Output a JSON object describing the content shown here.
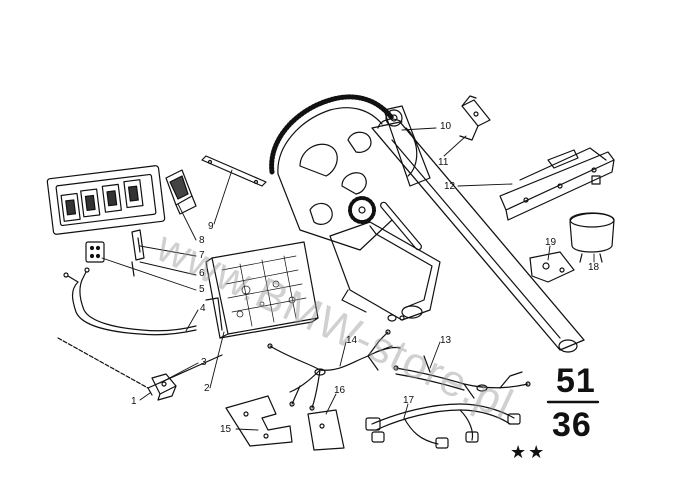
{
  "watermark": "www.BMW-store.pl",
  "group_number": {
    "top": "51",
    "bottom": "36"
  },
  "stars": "★★",
  "callouts": {
    "p1": "1",
    "p2": "2",
    "p3": "3",
    "p4": "4",
    "p5": "5",
    "p6": "6",
    "p7": "7",
    "p8": "8",
    "p9": "9",
    "p10": "10",
    "p11": "11",
    "p12": "12",
    "p13": "13",
    "p14": "14",
    "p15": "15",
    "p16": "16",
    "p17": "17",
    "p18": "18",
    "p19": "19"
  },
  "colors": {
    "ink": "#111111",
    "watermark": "#969696",
    "background": "#ffffff"
  }
}
